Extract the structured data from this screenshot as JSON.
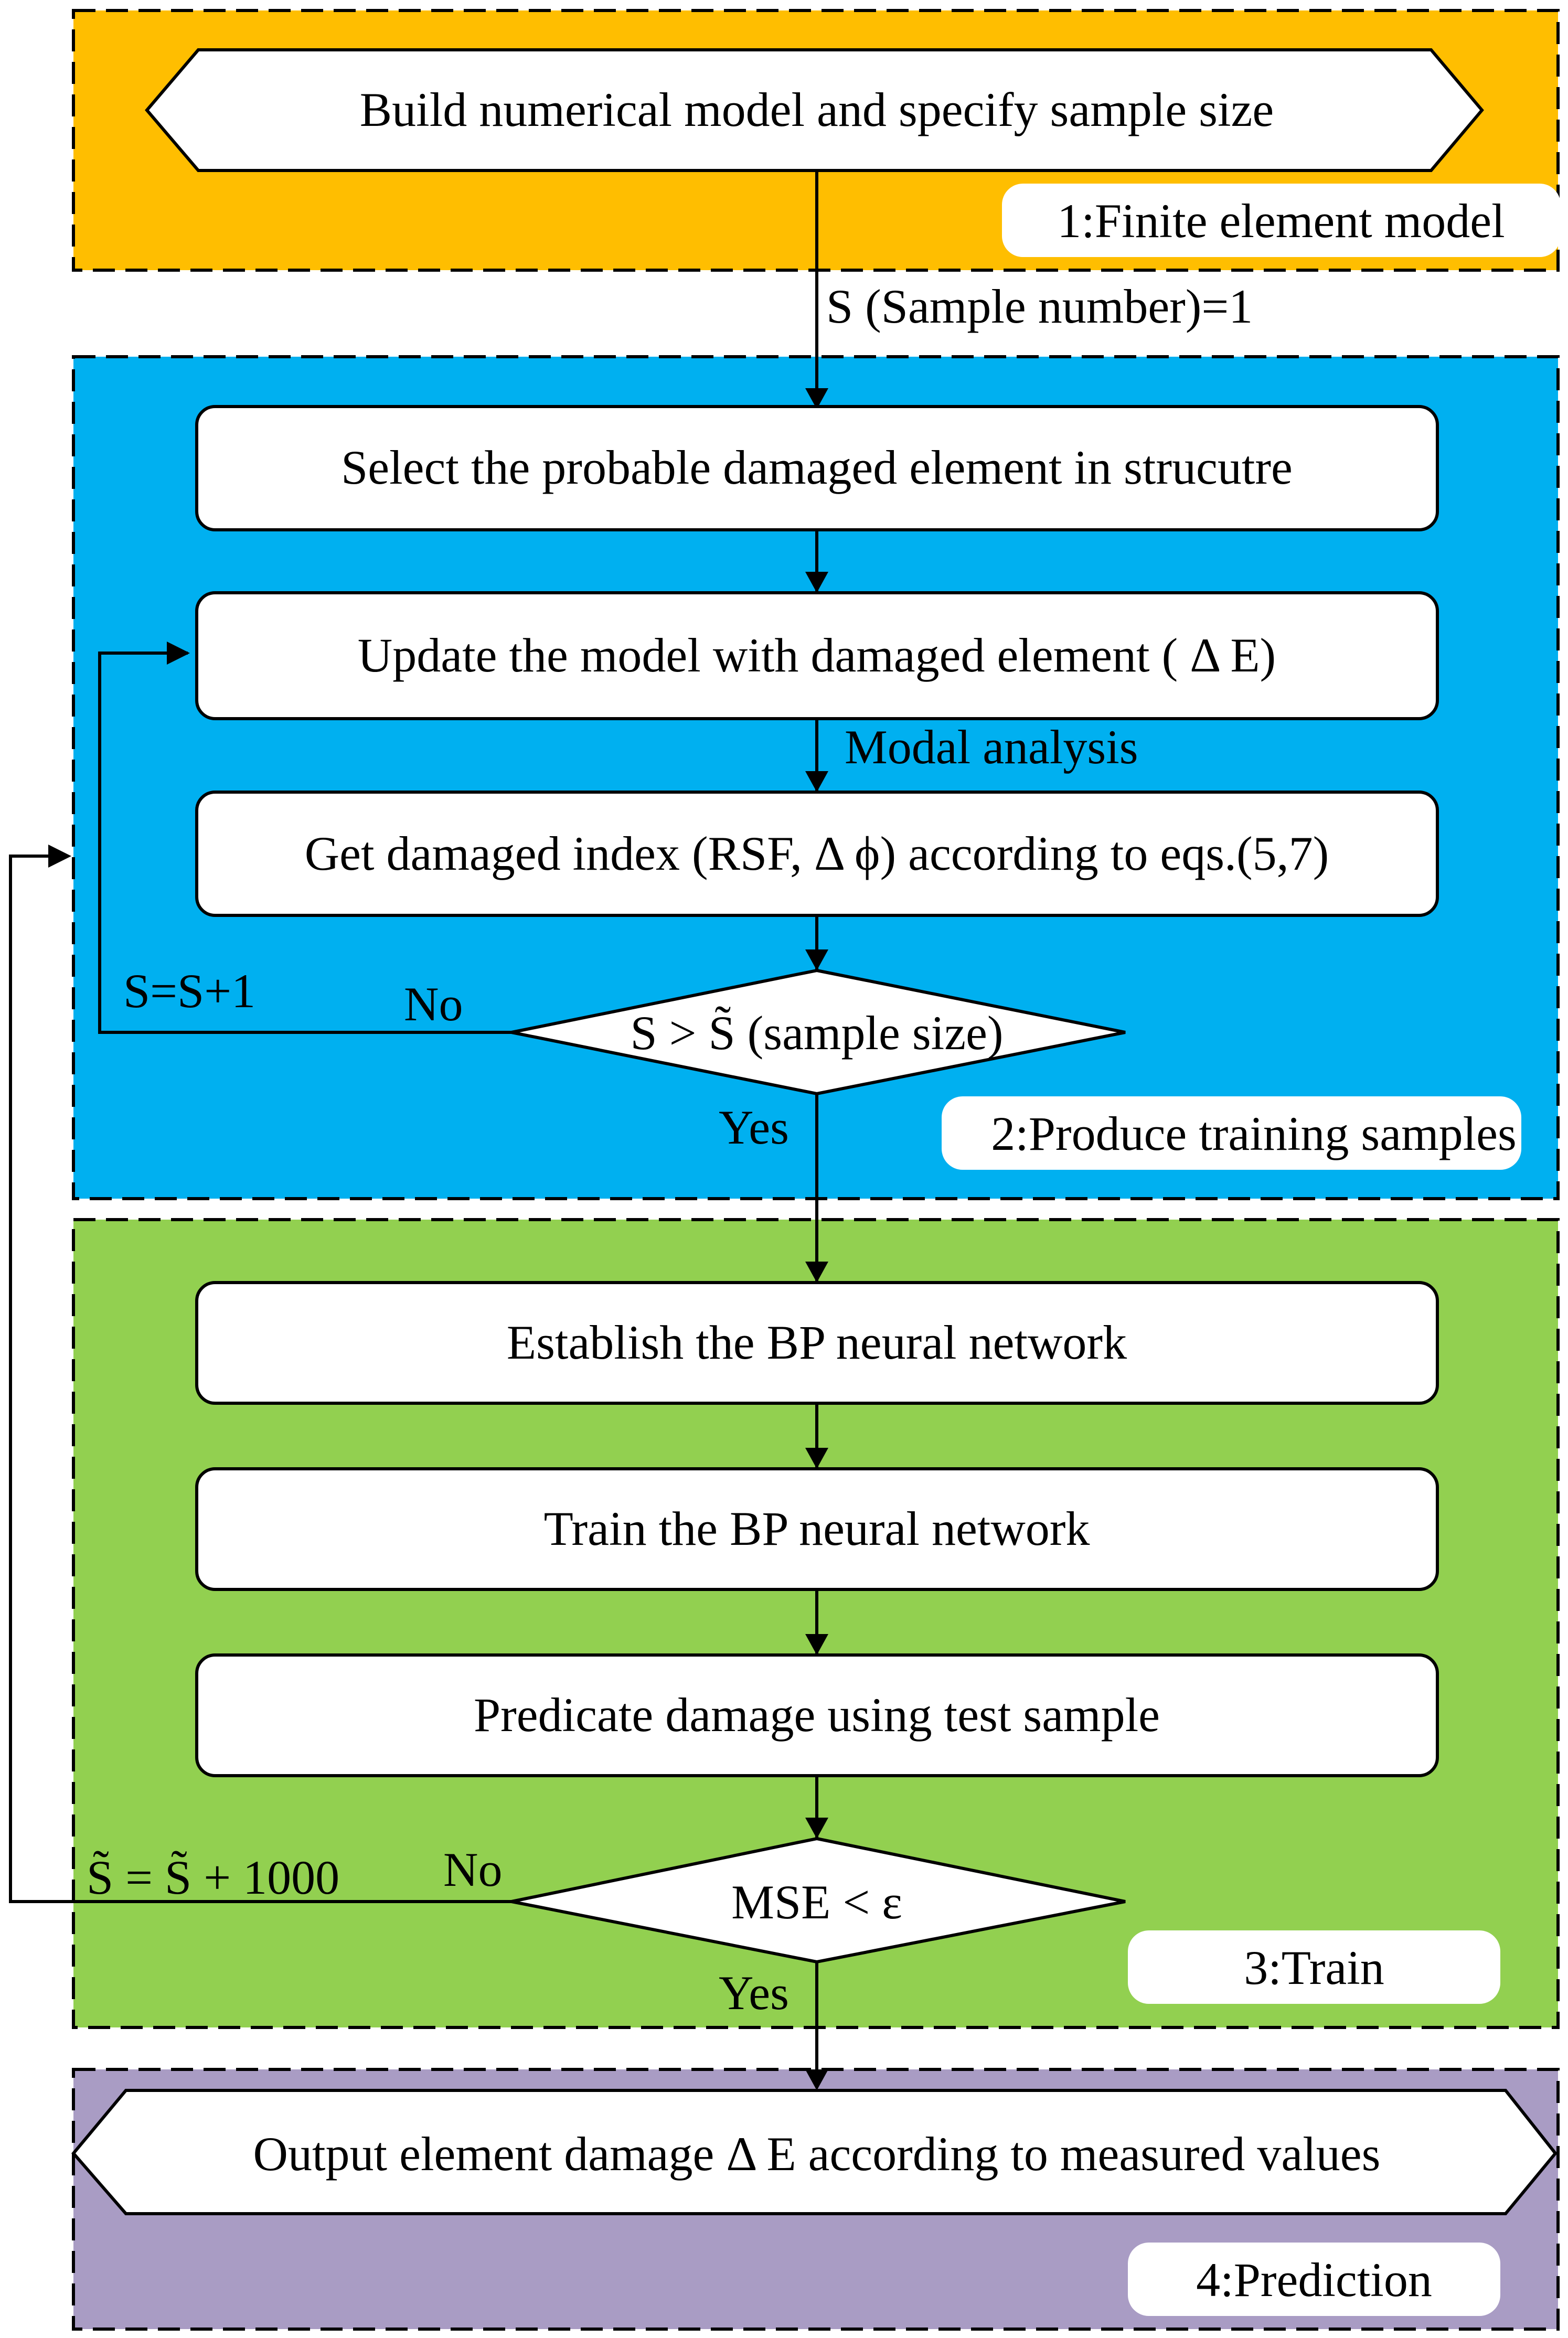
{
  "colors": {
    "region_model": "#FFBE00",
    "region_samples": "#00B0F0",
    "region_train": "#92D050",
    "region_prediction": "#A99CC4"
  },
  "regions": {
    "model": "1:Finite element model",
    "samples": "2:Produce training samples",
    "train": "3:Train",
    "prediction": "4:Prediction"
  },
  "nodes": {
    "build_model": "Build numerical model and specify sample size",
    "select_element": "Select the probable damaged element in strucutre",
    "update_model": "Update the model with damaged element ( Δ E)",
    "get_index": "Get damaged index (RSF, Δ ϕ) according to eqs.(5,7)",
    "sample_check": "S > S̃ (sample size)",
    "establish_bp": "Establish the BP neural network",
    "train_bp": "Train the BP neural network",
    "predicate": "Predicate  damage using test sample",
    "mse_check": "MSE < ε",
    "output": "Output element damage  Δ E according to measured values"
  },
  "edges": {
    "sample_number": "S (Sample number)=1",
    "modal_analysis": "Modal analysis",
    "increment_s": "S=S+1",
    "no_1": "No",
    "yes_1": "Yes",
    "increase_size": "S̃ = S̃ + 1000",
    "no_2": "No",
    "yes_2": "Yes"
  }
}
